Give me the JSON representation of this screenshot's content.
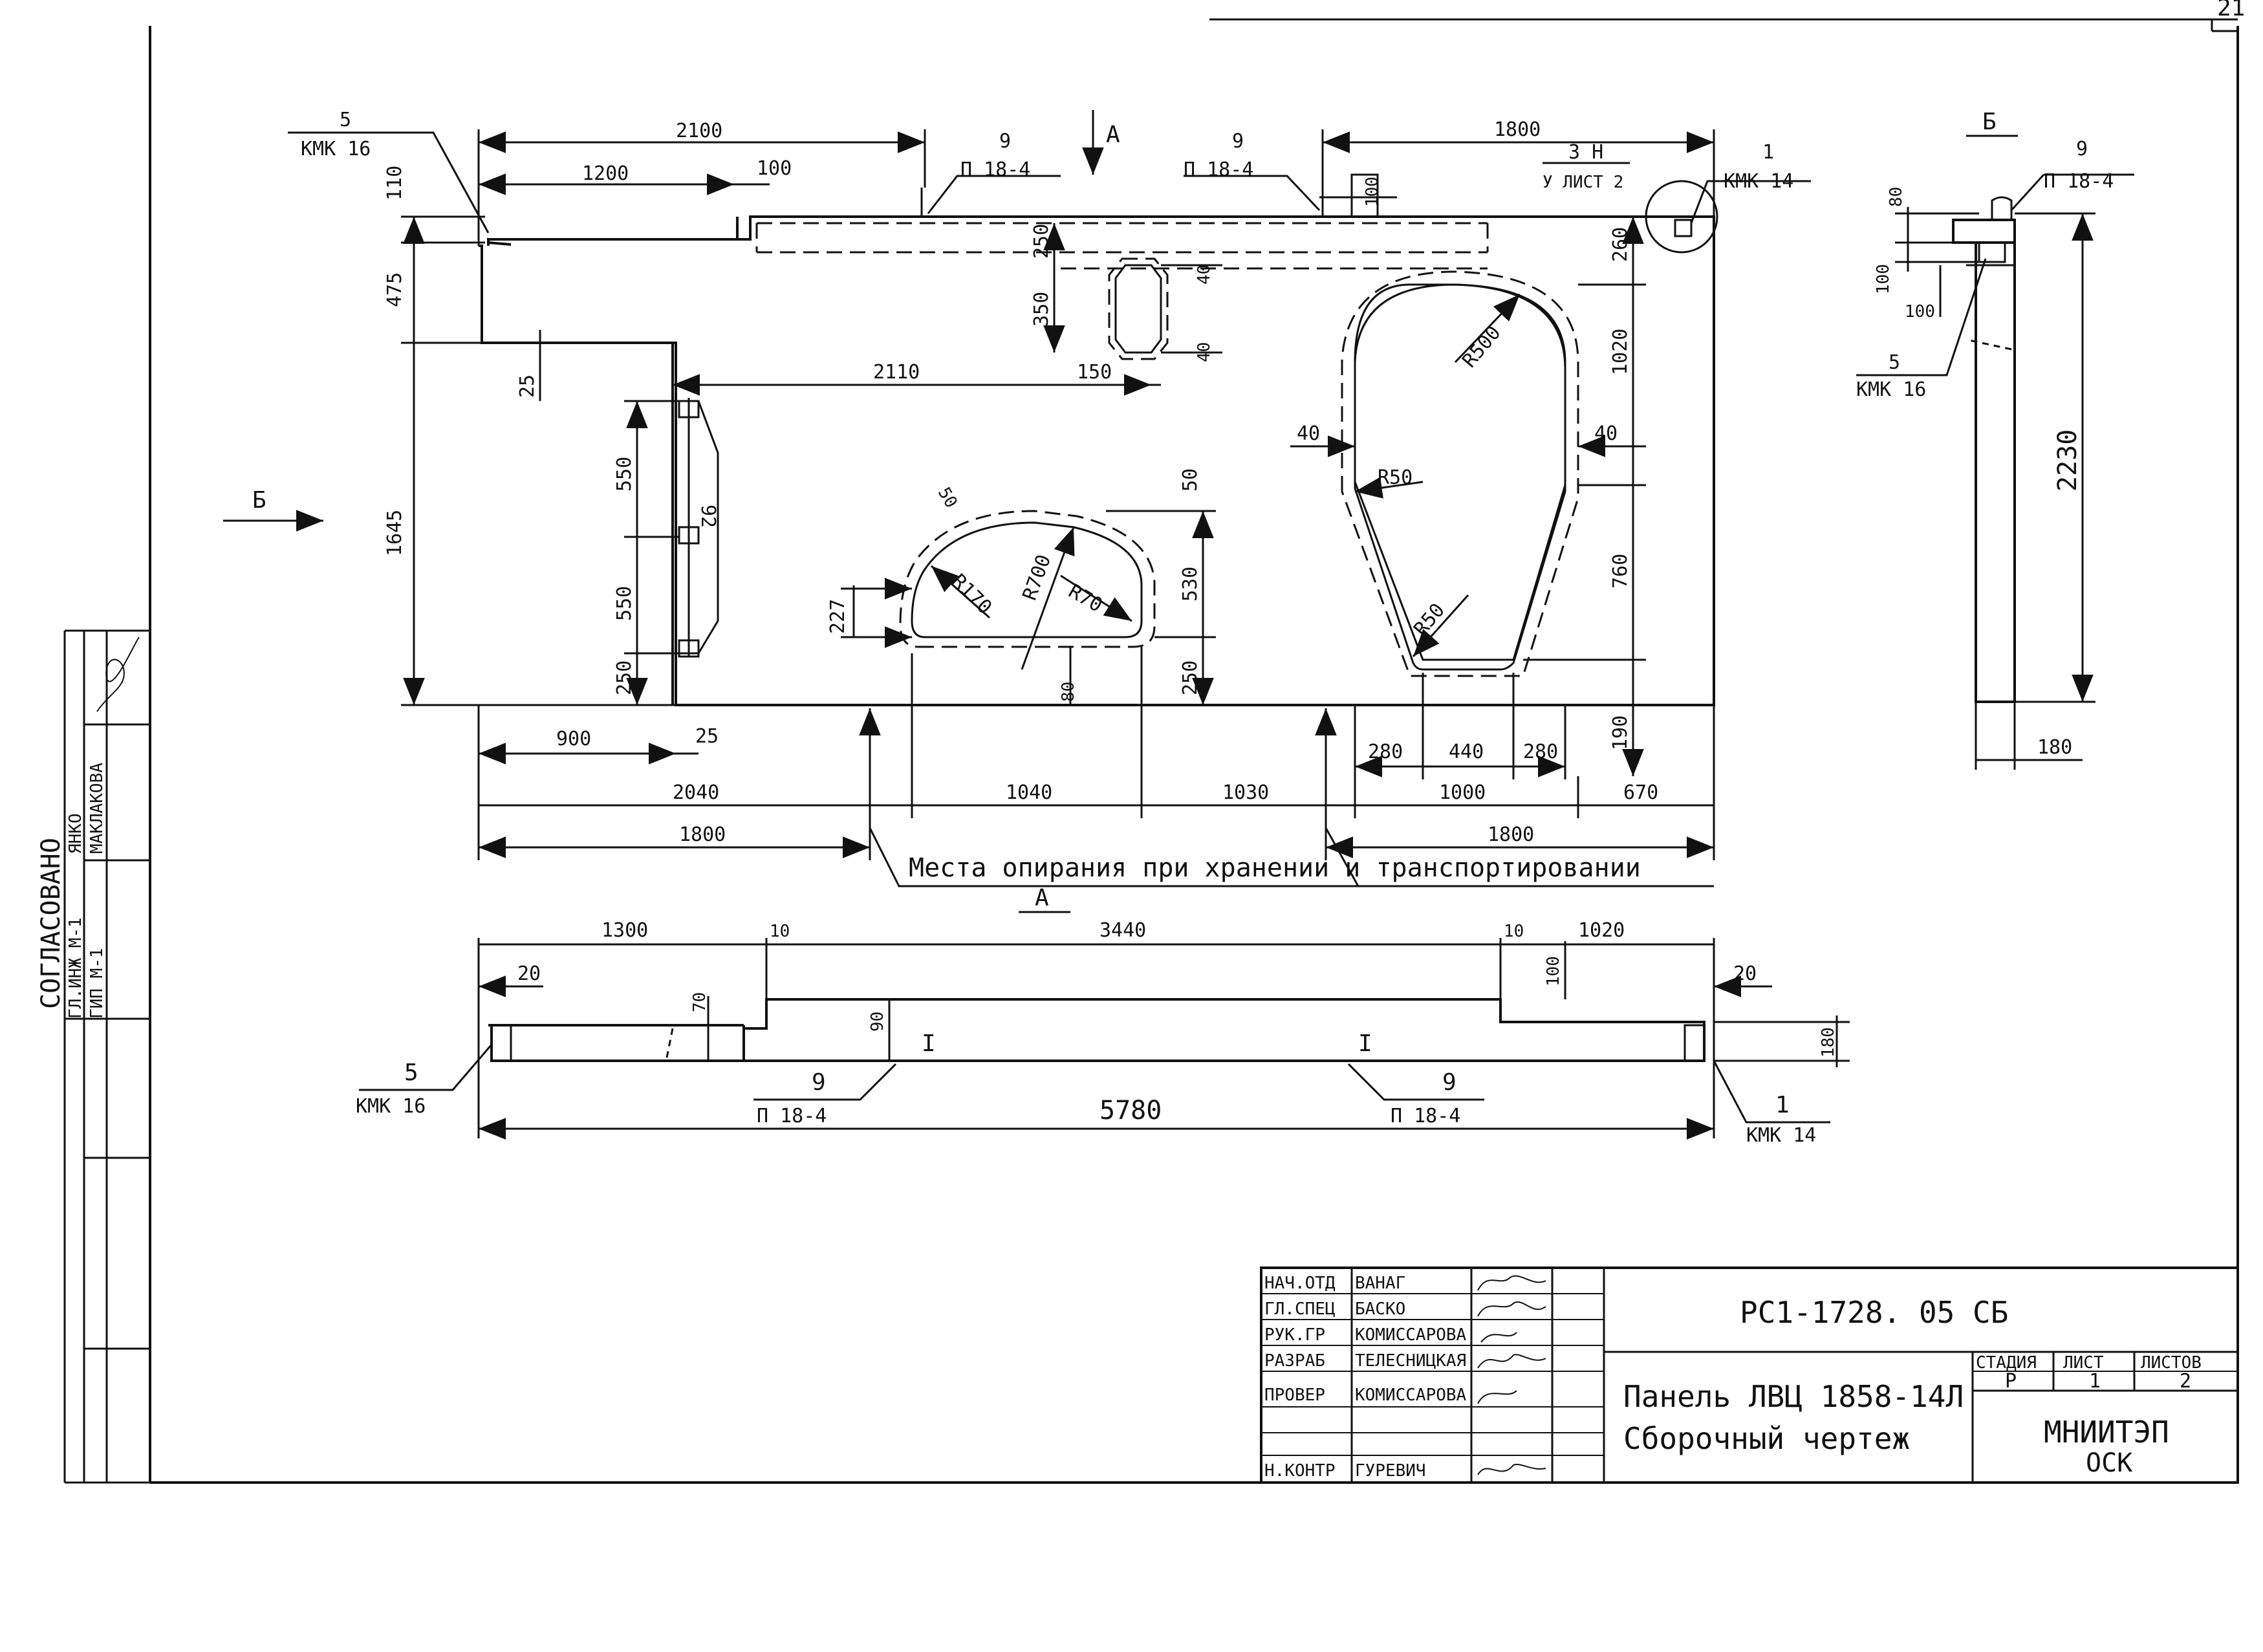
{
  "sheet": {
    "number": "21"
  },
  "elevation": {
    "dims": {
      "top_overall_left": "2100",
      "top_left_part": "1200",
      "top_small": "100",
      "top_right": "1800",
      "height_top": "110",
      "height_upper": "475",
      "height_main": "1645",
      "step": "25",
      "bottom_step": "25",
      "door_width": "2110",
      "slot_w": "150",
      "slot_h": "350",
      "slot_top": "250",
      "slot_40a": "40",
      "slot_40b": "40",
      "top_100": "100",
      "hinge_550a": "550",
      "hinge_550b": "550",
      "hinge_250": "250",
      "hinge_92": "92",
      "win_50a": "50",
      "win_50b": "50",
      "win_227": "227",
      "win_530": "530",
      "win_250": "250",
      "win_80": "80",
      "r170": "R170",
      "r700": "R700",
      "r70": "R70",
      "arch_r500": "R500",
      "arch_r50a": "R50",
      "arch_r50b": "R50",
      "arch_40l": "40",
      "arch_40r": "40",
      "arch_260": "260",
      "arch_1020": "1020",
      "arch_760": "760",
      "arch_190": "190",
      "arch_280l": "280",
      "arch_440": "440",
      "arch_280r": "280",
      "b_900": "900",
      "b_25": "25",
      "b_2040": "2040",
      "b_1040": "1040",
      "b_1030": "1030",
      "b_1000": "1000",
      "b_670": "670",
      "b_1800l": "1800",
      "b_1800r": "1800"
    },
    "callouts": {
      "c5_num": "5",
      "c5_code": "КМК 16",
      "c9a_num": "9",
      "c9a_code": "П 18-4",
      "c9b_num": "9",
      "c9b_code": "П 18-4",
      "c3_num": "3 Н",
      "c3_code": "У ЛИСТ 2",
      "c1_num": "1",
      "c1_code": "КМК 14"
    },
    "section_a_top": "А",
    "section_a_bottom": "А",
    "section_b_left": "Б",
    "support_note": "Места опирания при хранении и транспортировании"
  },
  "side_view": {
    "label": "Б",
    "c9_num": "9",
    "c9_code": "П 18-4",
    "c5_num": "5",
    "c5_code": "КМК 16",
    "d80": "80",
    "d100a": "100",
    "d100b": "100",
    "d2230": "2230",
    "d180": "180"
  },
  "plan_view": {
    "d1300": "1300",
    "d10a": "10",
    "d3440": "3440",
    "d10b": "10",
    "d1020": "1020",
    "d20l": "20",
    "d20r": "20",
    "d70": "70",
    "d90": "90",
    "d100": "100",
    "d180": "180",
    "d5780": "5780",
    "mark_a": "I",
    "mark_b": "I",
    "c5_num": "5",
    "c5_code": "КМК 16",
    "c9a_num": "9",
    "c9a_code": "П 18-4",
    "c9b_num": "9",
    "c9b_code": "П 18-4",
    "c1_num": "1",
    "c1_code": "КМК 14"
  },
  "approval_block": {
    "title": "СОГЛАСОВАНО",
    "r1_role": "ГЛ.ИНЖ М-1",
    "r1_name": "ЯНКО",
    "r2_role": "ГИП М-1",
    "r2_name": "МАКЛАКОВА"
  },
  "title_block": {
    "document_code": "РС1-1728. 05 СБ",
    "title_line1": "Панель ЛВЦ 1858-14Л",
    "title_line2": "Сборочный чертеж",
    "stage_header": "СТАДИЯ",
    "sheet_header": "ЛИСТ",
    "sheets_header": "ЛИСТОВ",
    "stage": "Р",
    "sheet": "1",
    "sheets": "2",
    "org_line1": "МНИИТЭП",
    "org_line2": "ОСК",
    "rows": [
      {
        "role": "НАЧ.ОТД",
        "name": "ВАНАГ"
      },
      {
        "role": "ГЛ.СПЕЦ",
        "name": "БАСКО"
      },
      {
        "role": "РУК.ГР",
        "name": "КОМИССАРОВА"
      },
      {
        "role": "РАЗРАБ",
        "name": "ТЕЛЕСНИЦКАЯ"
      },
      {
        "role": "ПРОВЕР",
        "name": "КОМИССАРОВА"
      },
      {
        "role": "Н.КОНТР",
        "name": "ГУРЕВИЧ"
      }
    ]
  }
}
